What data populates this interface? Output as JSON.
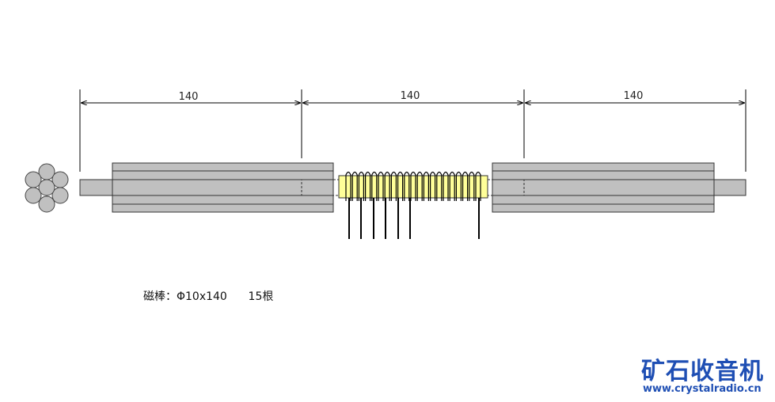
{
  "dimensions": [
    "140",
    "140",
    "140"
  ],
  "caption": {
    "rod_spec": "磁棒：Φ10x140",
    "rod_count": "15根"
  },
  "watermark": {
    "title": "矿石收音机",
    "url": "www.crystalradio.cn"
  },
  "colors": {
    "rod_fill": "#c0c0c0",
    "coil_fill": "#ffff99",
    "line": "#000000",
    "watermark": "#1f4fb4"
  },
  "icons": [
    "rod-bundle-cross-section-icon"
  ]
}
